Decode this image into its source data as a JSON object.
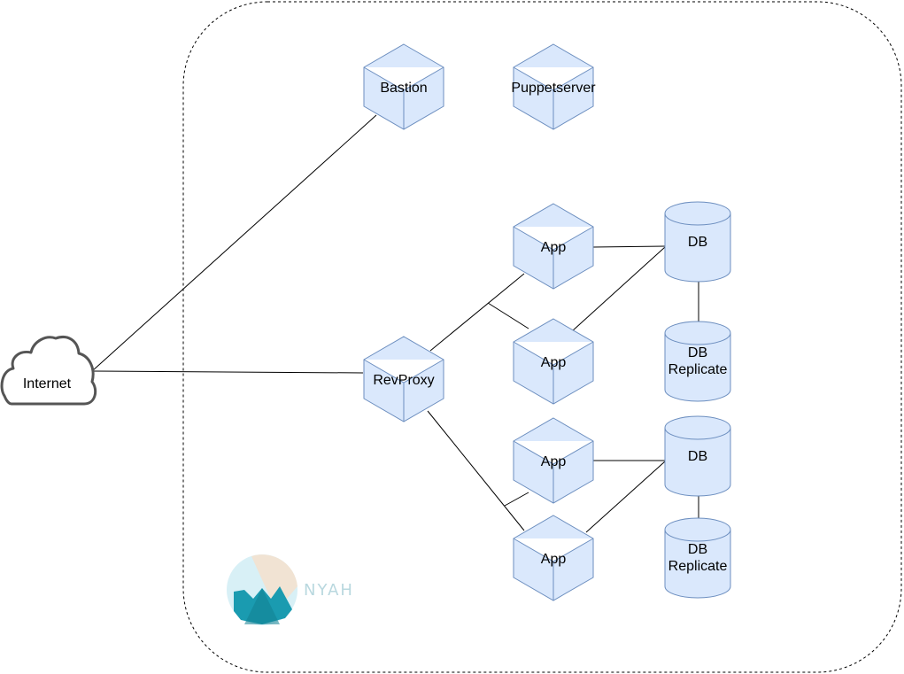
{
  "colors": {
    "node_fill": "#dae8fc",
    "node_stroke": "#6c8ebf",
    "edge": "#000000",
    "boundary": "#000000",
    "cloud_stroke": "#555555",
    "logo_light": "#d8f0f6",
    "logo_sand": "#f1e3d3",
    "logo_teal": "#1a9bb0",
    "logo_teal_dark": "#137f91",
    "logo_text": "#b9d8df"
  },
  "diagram": {
    "internet": {
      "label": "Internet",
      "icon": "cloud-icon"
    },
    "nodes": {
      "bastion": {
        "label": "Bastion",
        "shape": "cube"
      },
      "puppetserver": {
        "label": "Puppetserver",
        "shape": "cube"
      },
      "revproxy": {
        "label": "RevProxy",
        "shape": "cube"
      },
      "app1": {
        "label": "App",
        "shape": "cube"
      },
      "app2": {
        "label": "App",
        "shape": "cube"
      },
      "app3": {
        "label": "App",
        "shape": "cube"
      },
      "app4": {
        "label": "App",
        "shape": "cube"
      },
      "db1": {
        "label": "DB",
        "shape": "cylinder"
      },
      "db1_replica": {
        "label_line1": "DB",
        "label_line2": "Replicate",
        "shape": "cylinder"
      },
      "db2": {
        "label": "DB",
        "shape": "cylinder"
      },
      "db2_replica": {
        "label_line1": "DB",
        "label_line2": "Replicate",
        "shape": "cylinder"
      }
    },
    "logo": {
      "text": "NYAH",
      "icon": "mountain-logo-icon"
    }
  }
}
